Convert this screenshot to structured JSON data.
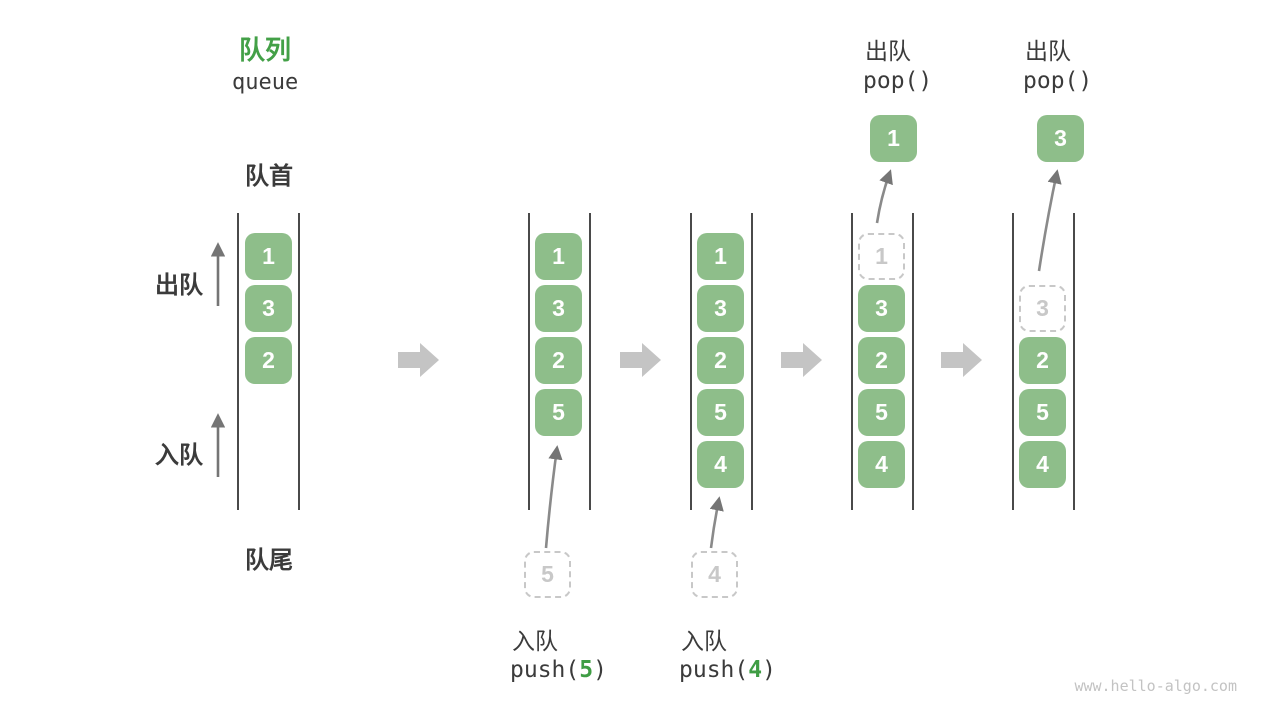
{
  "title": {
    "zh": "队列",
    "en": "queue"
  },
  "labels": {
    "front": "队首",
    "rear": "队尾",
    "dequeue_side": "出队",
    "enqueue_side": "入队"
  },
  "watermark": "www.hello-algo.com",
  "colors": {
    "box_green": "#8ebe8a",
    "title_green": "#43a047",
    "code_arg_green": "#3f9d44",
    "block_arrow_gray": "#c4c4c4",
    "ghost_gray": "#c8c8c8",
    "column_line": "#4a4a4a",
    "text_dark": "#3b3b3b",
    "thin_arrow_gray": "#757575"
  },
  "steps": {
    "step1": {
      "boxes": [
        "1",
        "3",
        "2"
      ]
    },
    "step2": {
      "boxes": [
        "1",
        "3",
        "2",
        "5"
      ],
      "incoming": "5",
      "op_label": "入队",
      "code_prefix": "push(",
      "code_arg": "5",
      "code_suffix": ")"
    },
    "step3": {
      "boxes": [
        "1",
        "3",
        "2",
        "5",
        "4"
      ],
      "incoming": "4",
      "op_label": "入队",
      "code_prefix": "push(",
      "code_arg": "4",
      "code_suffix": ")"
    },
    "step4": {
      "ghost": "1",
      "boxes": [
        "3",
        "2",
        "5",
        "4"
      ],
      "popped": "1",
      "op_label": "出队",
      "code": "pop()"
    },
    "step5": {
      "ghost": "3",
      "boxes": [
        "2",
        "5",
        "4"
      ],
      "popped": "3",
      "op_label": "出队",
      "code": "pop()"
    }
  }
}
